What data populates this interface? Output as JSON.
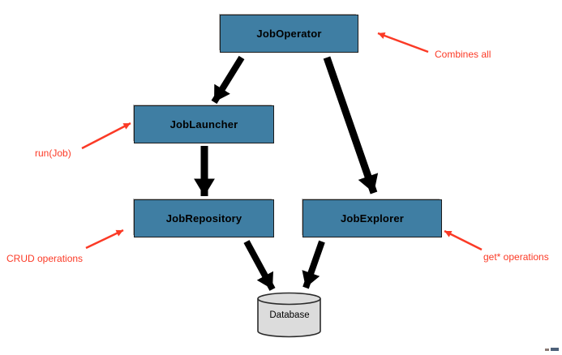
{
  "diagram": {
    "type": "architecture-diagram",
    "nodes": [
      {
        "id": "JobOperator",
        "label": "JobOperator",
        "shape": "box"
      },
      {
        "id": "JobLauncher",
        "label": "JobLauncher",
        "shape": "box"
      },
      {
        "id": "JobRepository",
        "label": "JobRepository",
        "shape": "box"
      },
      {
        "id": "JobExplorer",
        "label": "JobExplorer",
        "shape": "box"
      },
      {
        "id": "Database",
        "label": "Database",
        "shape": "cylinder"
      }
    ],
    "edges": [
      {
        "from": "JobOperator",
        "to": "JobLauncher"
      },
      {
        "from": "JobOperator",
        "to": "JobExplorer"
      },
      {
        "from": "JobLauncher",
        "to": "JobRepository"
      },
      {
        "from": "JobRepository",
        "to": "Database"
      },
      {
        "from": "JobExplorer",
        "to": "Database"
      }
    ],
    "annotations": [
      {
        "label": "Combines all",
        "target": "JobOperator"
      },
      {
        "label": "run(Job)",
        "target": "JobLauncher"
      },
      {
        "label": "CRUD operations",
        "target": "JobRepository"
      },
      {
        "label": "get* operations",
        "target": "JobExplorer"
      }
    ],
    "colors": {
      "node_fill": "#3f7ea3",
      "node_border": "#1b1b1b",
      "cylinder_fill": "#dcdcdc",
      "arrow_black": "#000000",
      "annotation_red": "#fb3a26",
      "background": "#ffffff"
    }
  }
}
